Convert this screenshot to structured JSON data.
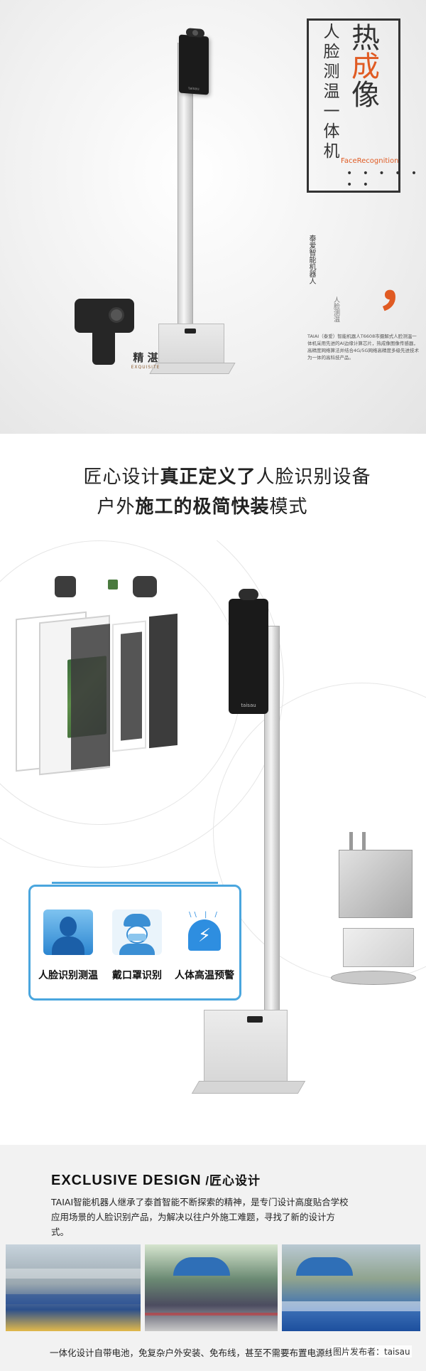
{
  "hero": {
    "title_big_1": "热",
    "title_big_2": "成",
    "title_big_3": "像",
    "title_small": "人脸测温一体机",
    "face_recognition": "FaceRecognition",
    "dots": "• • • •   • • •",
    "brand_vertical": "泰爱智能机器人",
    "sub_vertical": "人脸测温",
    "comma": "，",
    "description": "TAIAI（泰爱）智能机器人T6608市摄解式人脸测温一体机采用先进的AI边缘计算芯片，热成像图像传感器，高精度网络算法并结合4G/5G网络高精度多级先进技术为一体的高科技产品。",
    "seal_cn": "精 湛",
    "seal_en": "EXQUISITE",
    "tablet_logo": "taisau"
  },
  "headline": {
    "line1_a": "匠心设计",
    "line1_b": "真正定义了",
    "line1_c": "人脸识别设备",
    "line2_a": "户外",
    "line2_b": "施工的极简快装",
    "line2_c": "模式"
  },
  "product": {
    "brand": "taisau"
  },
  "features": [
    {
      "label": "人脸识别测温",
      "icon": "face-scan-icon"
    },
    {
      "label": "戴口罩识别",
      "icon": "mask-person-icon"
    },
    {
      "label": "人体高温预警",
      "icon": "alarm-light-icon"
    }
  ],
  "exclusive": {
    "title_en": "EXCLUSIVE DESIGN",
    "title_cn": " /匠心设计",
    "description": "TAIAI智能机器人继承了泰首智能不断探索的精神，是专门设计高度贴合学校应用场景的人脸识别产品，为解决以往户外施工难题，寻找了新的设计方式。",
    "caption": "一体化设计自带电池，免复杂户外安装、免布线，甚至不需要布置电源线",
    "credit": "图片发布者：taisau"
  },
  "colors": {
    "accent_orange": "#e05b23",
    "feature_blue": "#4aa6de"
  }
}
